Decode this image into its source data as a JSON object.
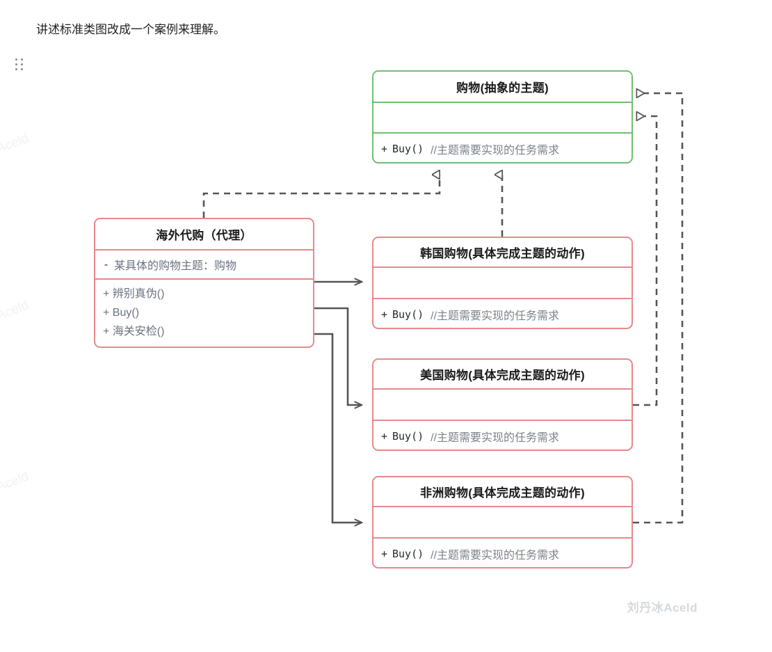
{
  "document": {
    "paragraph": "讲述标准类图改成一个案例来理解。",
    "drag_handle_name": "块拖拽手柄"
  },
  "watermarks": {
    "corner": "刘丹冰Aceld",
    "side": [
      "Aceld",
      "Aceld",
      "Aceld"
    ]
  },
  "diagram": {
    "type": "uml-class-diagram",
    "colors": {
      "abstract_border": "#6fbf73",
      "concrete_border": "#e8888b",
      "edge": "#555555",
      "background": "#ffffff",
      "title_text": "#1a1a1a",
      "member_text": "#6b7280",
      "watermark": "#d5d8dc"
    },
    "classes": [
      {
        "id": "shopping",
        "name": "购物(抽象的主题)",
        "stereotype": "abstract",
        "attributes": [],
        "methods": [
          {
            "visibility": "+",
            "signature": "Buy()",
            "comment": "//主题需要实现的任务需求"
          }
        ]
      },
      {
        "id": "proxy",
        "name": "海外代购（代理）",
        "stereotype": "proxy",
        "attributes": [
          {
            "visibility": "-",
            "text": "某具体的购物主题：购物"
          }
        ],
        "methods": [
          {
            "visibility": "+",
            "signature": "辨别真伪()",
            "comment": ""
          },
          {
            "visibility": "+",
            "signature": "Buy()",
            "comment": ""
          },
          {
            "visibility": "+",
            "signature": "海关安检()",
            "comment": ""
          }
        ]
      },
      {
        "id": "korea",
        "name": "韩国购物(具体完成主题的动作)",
        "stereotype": "concrete",
        "attributes": [],
        "methods": [
          {
            "visibility": "+",
            "signature": "Buy()",
            "comment": "//主题需要实现的任务需求"
          }
        ]
      },
      {
        "id": "usa",
        "name": "美国购物(具体完成主题的动作)",
        "stereotype": "concrete",
        "attributes": [],
        "methods": [
          {
            "visibility": "+",
            "signature": "Buy()",
            "comment": "//主题需要实现的任务需求"
          }
        ]
      },
      {
        "id": "africa",
        "name": "非洲购物(具体完成主题的动作)",
        "stereotype": "concrete",
        "attributes": [],
        "methods": [
          {
            "visibility": "+",
            "signature": "Buy()",
            "comment": "//主题需要实现的任务需求"
          }
        ]
      }
    ],
    "relationships": [
      {
        "from": "proxy",
        "to": "shopping",
        "kind": "realization",
        "line": "dashed",
        "arrow": "hollow-triangle"
      },
      {
        "from": "korea",
        "to": "shopping",
        "kind": "realization",
        "line": "dashed",
        "arrow": "hollow-triangle"
      },
      {
        "from": "usa",
        "to": "shopping",
        "kind": "realization",
        "line": "dashed",
        "arrow": "hollow-triangle"
      },
      {
        "from": "africa",
        "to": "shopping",
        "kind": "realization",
        "line": "dashed",
        "arrow": "hollow-triangle"
      },
      {
        "from": "proxy",
        "to": "korea",
        "kind": "association",
        "line": "solid",
        "arrow": "open-arrow"
      },
      {
        "from": "proxy",
        "to": "usa",
        "kind": "association",
        "line": "solid",
        "arrow": "open-arrow"
      },
      {
        "from": "proxy",
        "to": "africa",
        "kind": "association",
        "line": "solid",
        "arrow": "open-arrow"
      }
    ]
  },
  "labels": {
    "proxy_title": "海外代购（代理）",
    "proxy_attr_vis": "-",
    "proxy_attr_text": "某具体的购物主题：购物",
    "proxy_m1": "+  辨别真伪()",
    "proxy_m2": "+  Buy()",
    "proxy_m3": "+  海关安检()",
    "shopping_title": "购物(抽象的主题)",
    "korea_title": "韩国购物(具体完成主题的动作)",
    "usa_title": "美国购物(具体完成主题的动作)",
    "africa_title": "非洲购物(具体完成主题的动作)",
    "buy_vis": "+",
    "buy_sig": "Buy()",
    "buy_comment": "//主题需要实现的任务需求"
  }
}
